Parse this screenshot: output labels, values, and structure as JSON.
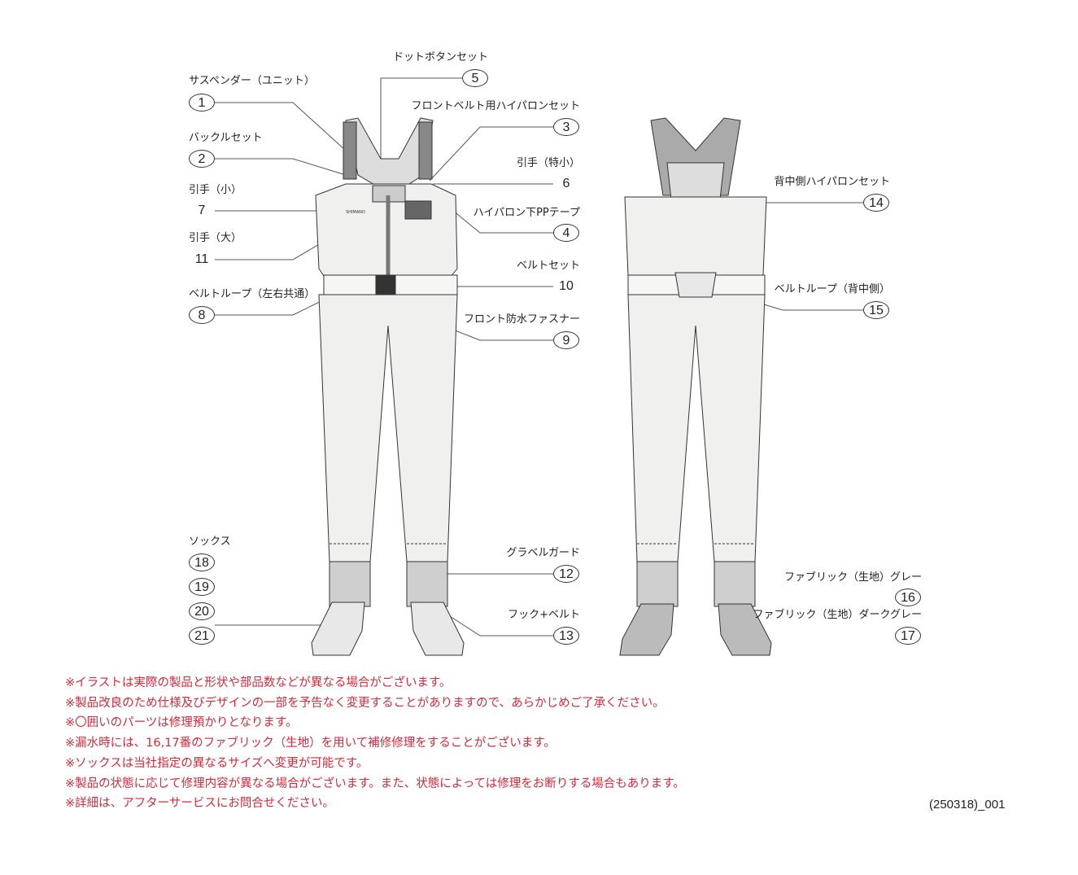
{
  "parts": [
    {
      "id": "p1",
      "name": "サスペンダー（ユニット）",
      "number": "1",
      "circled": true
    },
    {
      "id": "p2",
      "name": "バックルセット",
      "number": "2",
      "circled": true
    },
    {
      "id": "p3",
      "name": "フロントベルト用ハイパロンセット",
      "number": "3",
      "circled": true
    },
    {
      "id": "p4",
      "name": "ハイパロン下PPテープ",
      "number": "4",
      "circled": true
    },
    {
      "id": "p5",
      "name": "ドットボタンセット",
      "number": "5",
      "circled": true
    },
    {
      "id": "p6",
      "name": "引手（特小）",
      "number": "6",
      "circled": false
    },
    {
      "id": "p7",
      "name": "引手（小）",
      "number": "7",
      "circled": false
    },
    {
      "id": "p8",
      "name": "ベルトループ（左右共通）",
      "number": "8",
      "circled": true
    },
    {
      "id": "p9",
      "name": "フロント防水ファスナー",
      "number": "9",
      "circled": true
    },
    {
      "id": "p10",
      "name": "ベルトセット",
      "number": "10",
      "circled": false
    },
    {
      "id": "p11",
      "name": "引手（大）",
      "number": "11",
      "circled": false
    },
    {
      "id": "p12",
      "name": "グラベルガード",
      "number": "12",
      "circled": true
    },
    {
      "id": "p13",
      "name": "フック+ベルト",
      "number": "13",
      "circled": true
    },
    {
      "id": "p14",
      "name": "背中側ハイパロンセット",
      "number": "14",
      "circled": true
    },
    {
      "id": "p15",
      "name": "ベルトループ（背中側）",
      "number": "15",
      "circled": true
    },
    {
      "id": "p16",
      "name": "ファブリック（生地）グレー",
      "number": "16",
      "circled": true
    },
    {
      "id": "p17",
      "name": "ファブリック（生地）ダークグレー",
      "number": "17",
      "circled": true
    },
    {
      "id": "socks",
      "name": "ソックス",
      "numbers": [
        "18",
        "19",
        "20",
        "21"
      ],
      "circled": true
    }
  ],
  "brand_mark": "SHIMANO",
  "notes": [
    "※イラストは実際の製品と形状や部品数などが異なる場合がございます。",
    "※製品改良のため仕様及びデザインの一部を予告なく変更することがありますので、あらかじめご了承ください。",
    "※〇囲いのパーツは修理預かりとなります。",
    "※漏水時には、16,17番のファブリック（生地）を用いて補修修理をすることがございます。",
    "※ソックスは当社指定の異なるサイズへ変更が可能です。",
    "※製品の状態に応じて修理内容が異なる場合がございます。また、状態によっては修理をお断りする場合もあります。",
    "※詳細は、アフターサービスにお問合せください。"
  ],
  "doc_code": "(250318)_001",
  "colors": {
    "note": "#d42a3a",
    "line": "#333333",
    "fill": "#f0f0ee",
    "gray": "#cfcfcf",
    "dark": "#555555"
  }
}
